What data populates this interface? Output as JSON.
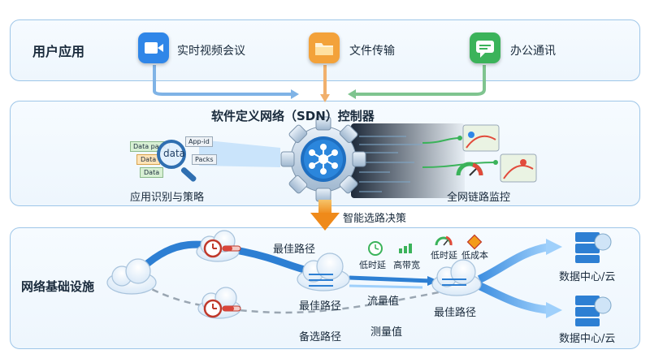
{
  "user_layer": {
    "title": "用户应用",
    "apps": [
      {
        "label": "实时视频会议",
        "icon": "video-camera-icon",
        "color": "#2f86e8"
      },
      {
        "label": "文件传输",
        "icon": "folder-icon",
        "color": "#f3a23a"
      },
      {
        "label": "办公通讯",
        "icon": "chat-icon",
        "color": "#3bb35a"
      }
    ]
  },
  "sdn_layer": {
    "title": "软件定义网络（SDN）控制器",
    "left_caption": "应用识别与策略",
    "right_caption": "全网链路监控",
    "magnifier_text": "data",
    "packet_tags": [
      "Data pack",
      "Data",
      "Data",
      "App-id",
      "Packs"
    ]
  },
  "decision_label": "智能选路决策",
  "infra_layer": {
    "title": "网络基础设施",
    "best_path_top": "最佳路径",
    "best_path_mid": "最佳路径",
    "best_path_right": "最佳路径",
    "backup_path": "备选路径",
    "flow_value": "流量值",
    "measure_value": "测量值",
    "metrics": [
      {
        "label": "低时延",
        "icon": "clock-icon"
      },
      {
        "label": "高带宽",
        "icon": "bandwidth-icon"
      },
      {
        "label": "低时延",
        "icon": "speedometer-icon"
      },
      {
        "label": "低成本",
        "icon": "cost-sign-icon"
      }
    ],
    "datacenters": [
      "数据中心/云",
      "数据中心/云"
    ]
  }
}
